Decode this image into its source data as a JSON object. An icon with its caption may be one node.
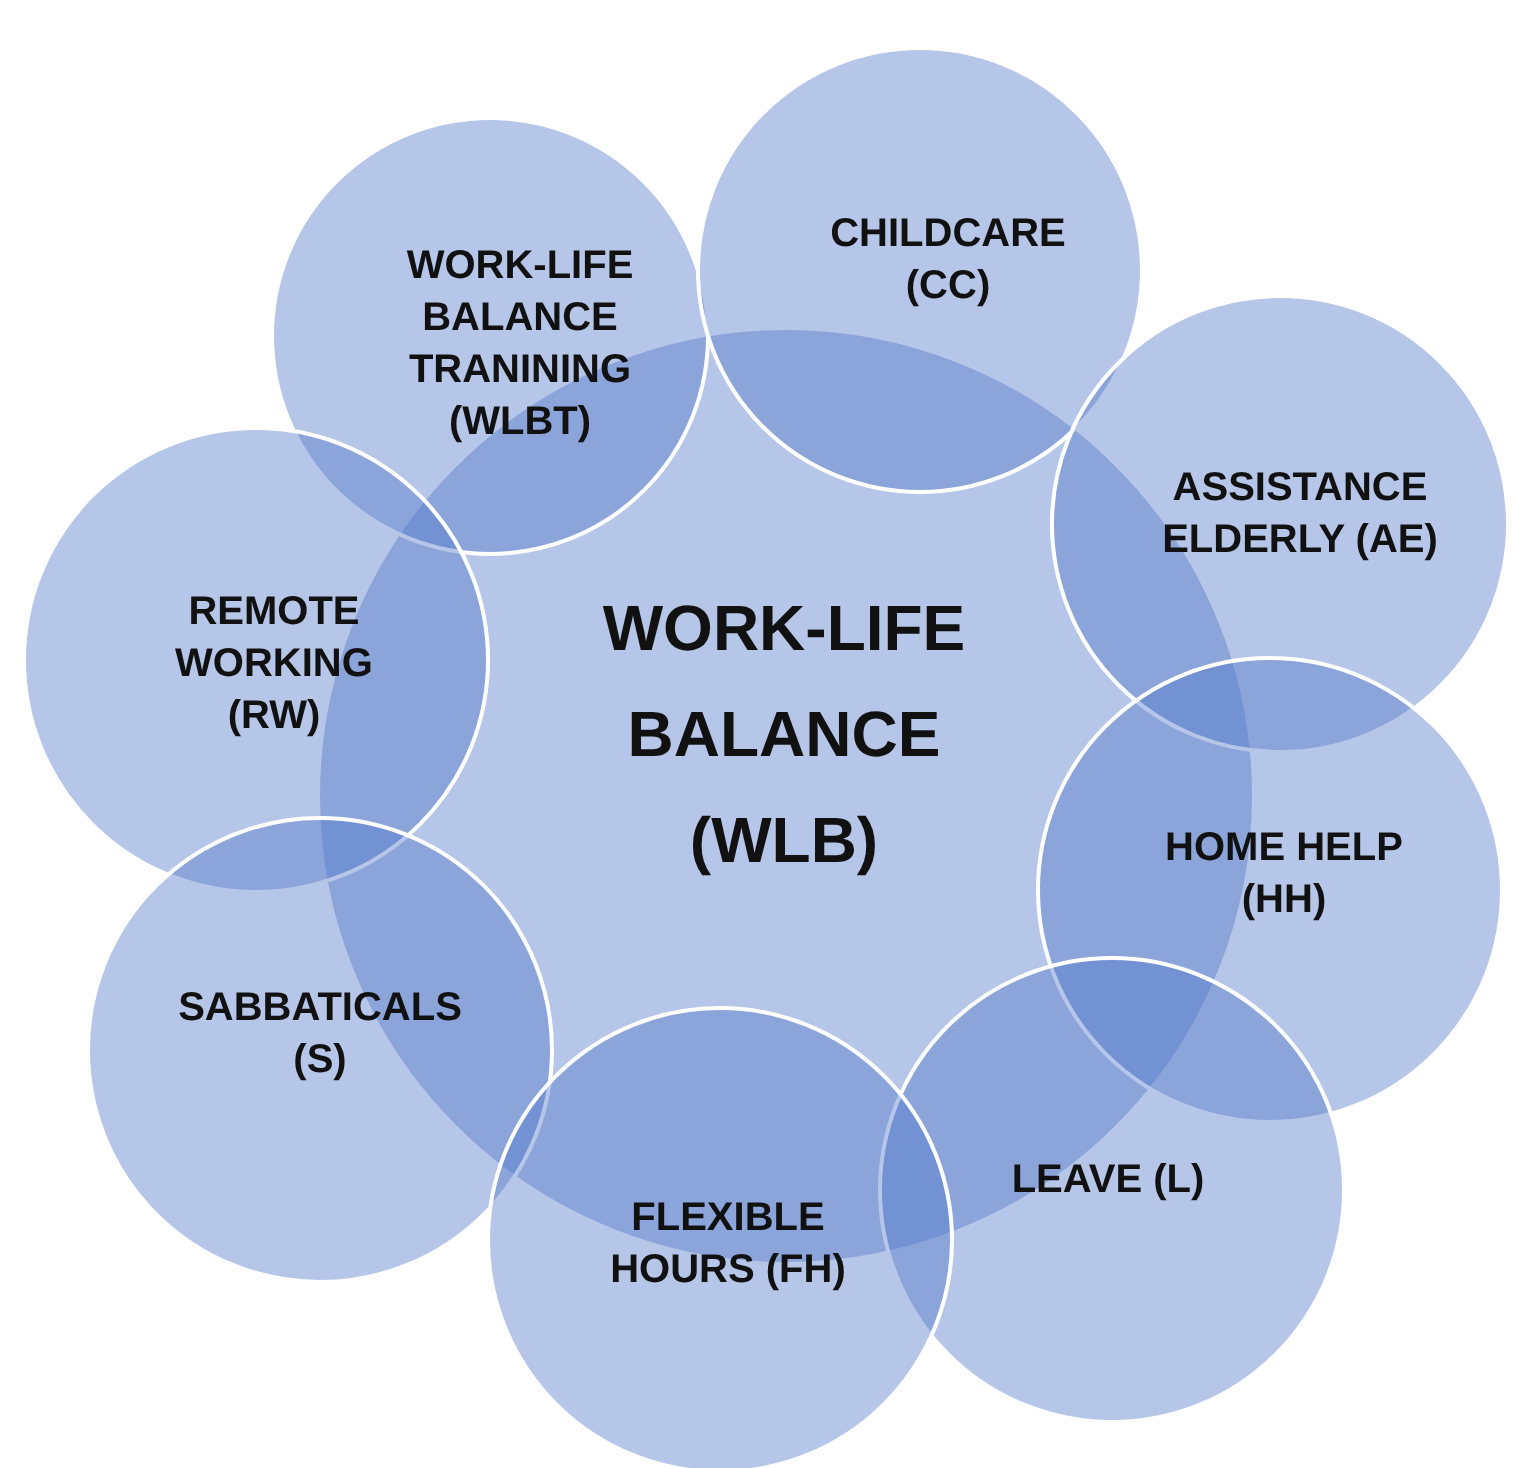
{
  "diagram": {
    "nodes": [
      {
        "text": [
          "WORK-LIFE BALANCE TRANINING (WLBT)"
        ]
      },
      {
        "text": [
          "CHILDCARE (CC)"
        ]
      },
      {
        "text": [
          "ASSISTANCE ELDERLY (AE)"
        ]
      },
      {
        "text": [
          "REMOTE WORKING (RW)"
        ]
      },
      {
        "text": [
          "WORK-LIFE BALANCE (WLB)"
        ]
      },
      {
        "text": [
          "HOME HELP (HH)"
        ]
      },
      {
        "text": [
          "SABBATICALS (S)"
        ]
      },
      {
        "text": [
          "LEAVE (L)"
        ]
      },
      {
        "text": [
          "FLEXIBLE HOURS (FH)"
        ]
      }
    ],
    "edges": []
  }
}
